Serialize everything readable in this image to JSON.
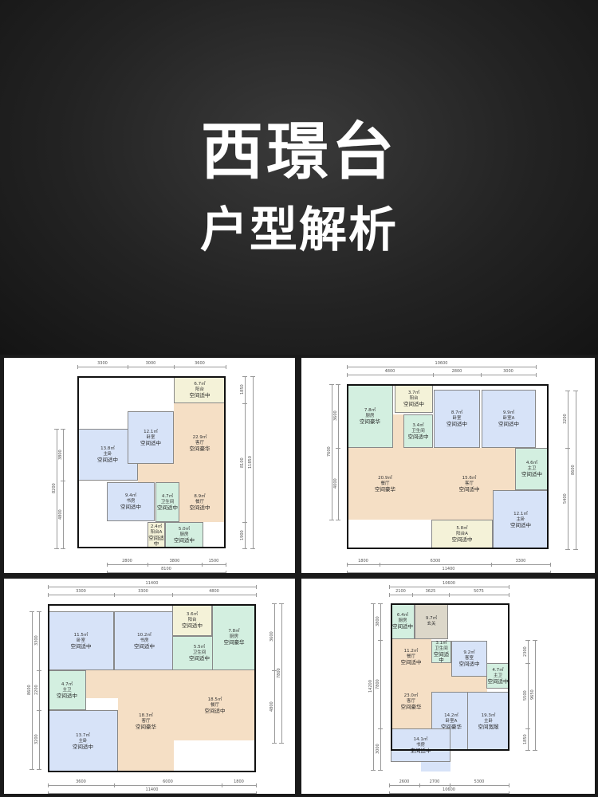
{
  "title": "西璟台",
  "subtitle": "户型解析",
  "colors": {
    "bedroom": "#d7e3f8",
    "living": "#f5dfc5",
    "wet": "#d3efe0",
    "balcony": "#f4f2d8",
    "foyer": "#dcd7c9"
  },
  "plans": [
    {
      "rooms": [
        {
          "area": "6.7㎡",
          "name": "阳台",
          "grade": "空间适中"
        },
        {
          "area": "22.9㎡",
          "name": "客厅",
          "grade": "空间豪华"
        },
        {
          "area": "8.9㎡",
          "name": "餐厅",
          "grade": "空间适中"
        },
        {
          "area": "13.8㎡",
          "name": "主卧",
          "grade": "空间适中"
        },
        {
          "area": "12.1㎡",
          "name": "卧室",
          "grade": "空间适中"
        },
        {
          "area": "9.4㎡",
          "name": "书房",
          "grade": "空间适中"
        },
        {
          "area": "4.7㎡",
          "name": "卫生间",
          "grade": "空间适中"
        },
        {
          "area": "2.4㎡",
          "name": "阳台A",
          "grade": "空间适中"
        },
        {
          "area": "5.0㎡",
          "name": "厨房",
          "grade": "空间适中"
        }
      ],
      "dims": {
        "top": [
          "3300",
          "3000",
          "3600"
        ],
        "top_total": "",
        "bottom": [
          "2800",
          "3800",
          "1500"
        ],
        "bottom_total": "8100",
        "left": [
          "3800",
          "4800"
        ],
        "left_total": "8200",
        "right": [
          "1850",
          "8100",
          "1900"
        ],
        "right_total": "11850"
      }
    },
    {
      "rooms": [
        {
          "area": "7.8㎡",
          "name": "厨房",
          "grade": "空间豪华"
        },
        {
          "area": "3.7㎡",
          "name": "阳台",
          "grade": "空间适中"
        },
        {
          "area": "3.4㎡",
          "name": "卫生间",
          "grade": "空间适中"
        },
        {
          "area": "8.7㎡",
          "name": "卧室",
          "grade": "空间适中"
        },
        {
          "area": "9.9㎡",
          "name": "卧室A",
          "grade": "空间适中"
        },
        {
          "area": "20.9㎡",
          "name": "餐厅",
          "grade": "空间豪华"
        },
        {
          "area": "15.6㎡",
          "name": "客厅",
          "grade": "空间适中"
        },
        {
          "area": "4.6㎡",
          "name": "主卫",
          "grade": "空间适中"
        },
        {
          "area": "12.1㎡",
          "name": "主卧",
          "grade": "空间适中"
        },
        {
          "area": "5.8㎡",
          "name": "阳台A",
          "grade": "空间适中"
        }
      ],
      "dims": {
        "top": [
          "4800",
          "2800",
          "3000"
        ],
        "top_total": "10600",
        "bottom": [
          "1800",
          "6300",
          "3300"
        ],
        "bottom_total": "11400",
        "left": [
          "3600",
          "4000"
        ],
        "left_total": "7600",
        "right": [
          "3200",
          "5400"
        ],
        "right_total": "8600"
      }
    },
    {
      "rooms": [
        {
          "area": "11.5㎡",
          "name": "卧室",
          "grade": "空间适中"
        },
        {
          "area": "10.2㎡",
          "name": "书房",
          "grade": "空间适中"
        },
        {
          "area": "3.6㎡",
          "name": "阳台",
          "grade": "空间适中"
        },
        {
          "area": "5.5㎡",
          "name": "卫生间",
          "grade": "空间适中"
        },
        {
          "area": "7.8㎡",
          "name": "厨房",
          "grade": "空间豪华"
        },
        {
          "area": "4.7㎡",
          "name": "主卫",
          "grade": "空间适中"
        },
        {
          "area": "13.7㎡",
          "name": "主卧",
          "grade": "空间适中"
        },
        {
          "area": "18.3㎡",
          "name": "客厅",
          "grade": "空间豪华"
        },
        {
          "area": "18.5㎡",
          "name": "餐厅",
          "grade": "空间适中"
        }
      ],
      "dims": {
        "top": [
          "3300",
          "3300",
          "4800"
        ],
        "top_total": "11400",
        "bottom": [
          "3600",
          "6000",
          "1800"
        ],
        "bottom_total": "11400",
        "left": [
          "3300",
          "2200",
          "3200"
        ],
        "left_total": "8600",
        "right": [
          "3600",
          "4800"
        ],
        "right_total": "7800"
      }
    },
    {
      "rooms": [
        {
          "area": "6.4㎡",
          "name": "厨房",
          "grade": "空间适中"
        },
        {
          "area": "9.7㎡",
          "name": "玄关",
          "grade": ""
        },
        {
          "area": "11.2㎡",
          "name": "餐厅",
          "grade": "空间适中"
        },
        {
          "area": "23.0㎡",
          "name": "客厅",
          "grade": "空间豪华"
        },
        {
          "area": "3.1㎡",
          "name": "卫生间",
          "grade": "空间适中"
        },
        {
          "area": "9.2㎡",
          "name": "客室",
          "grade": "空间适中"
        },
        {
          "area": "4.7㎡",
          "name": "主卫",
          "grade": "空间适中"
        },
        {
          "area": "14.2㎡",
          "name": "卧室A",
          "grade": "空间豪华"
        },
        {
          "area": "19.3㎡",
          "name": "主卧",
          "grade": "空间宽敞"
        },
        {
          "area": "14.1㎡",
          "name": "书房",
          "grade": "空间适中"
        }
      ],
      "dims": {
        "top": [
          "2100",
          "3625",
          "5075"
        ],
        "top_total": "10600",
        "bottom": [
          "2600",
          "2700",
          "5300"
        ],
        "bottom_total": "10600",
        "left": [
          "3800",
          "7800",
          "3000"
        ],
        "left_total": "14200",
        "right": [
          "2300",
          "5500",
          "1850"
        ],
        "right_total": "9650"
      }
    }
  ]
}
